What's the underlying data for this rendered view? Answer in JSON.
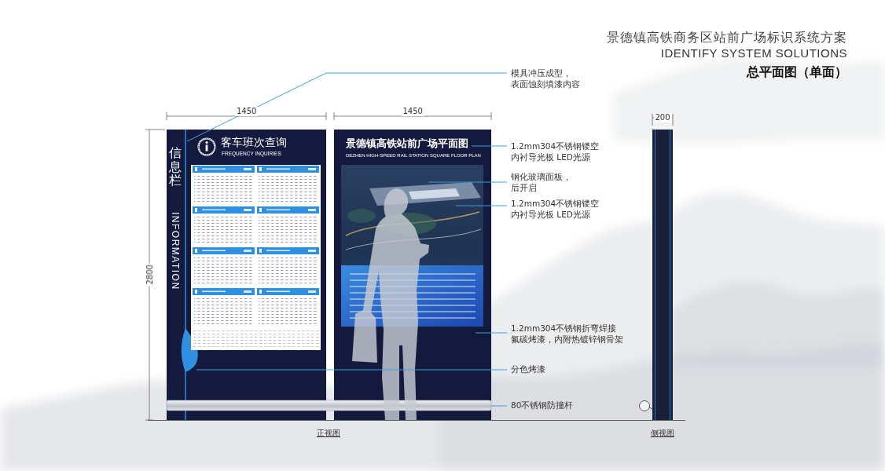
{
  "diagram": {
    "title": "景德镇高铁商务区站前广场标识系统方案",
    "nodes": [
      {
        "text": [
          "信息栏",
          "INFORMATION",
          "客车班次查询",
          "FREQUENCY INQUIRIES"
        ]
      },
      {
        "text": [
          "景德镇高铁站前广场平面图",
          "DEZHEN HIGH-SPEED RAIL STATION SQUARE FLOOR PLAN"
        ]
      }
    ],
    "labels": [
      "IDENTIFY SYSTEM SOLUTIONS",
      "总平面图（单面）",
      "模具冲压成型， 表面蚀刻填漆内容",
      "1450",
      "1450",
      "200",
      "2800",
      "1.2mm304不锈钢镂空 内衬导光板 LED光源",
      "钢化玻璃面板， 后开启",
      "1.2mm304不锈钢镂空 内衬导光板 LED光源",
      "1.2mm304不锈钢折弯焊接 氟碳烤漆，内附热镀锌钢骨架",
      "分色烤漆",
      "80不锈钢防撞杆",
      "正视图",
      "侧视图"
    ]
  }
}
